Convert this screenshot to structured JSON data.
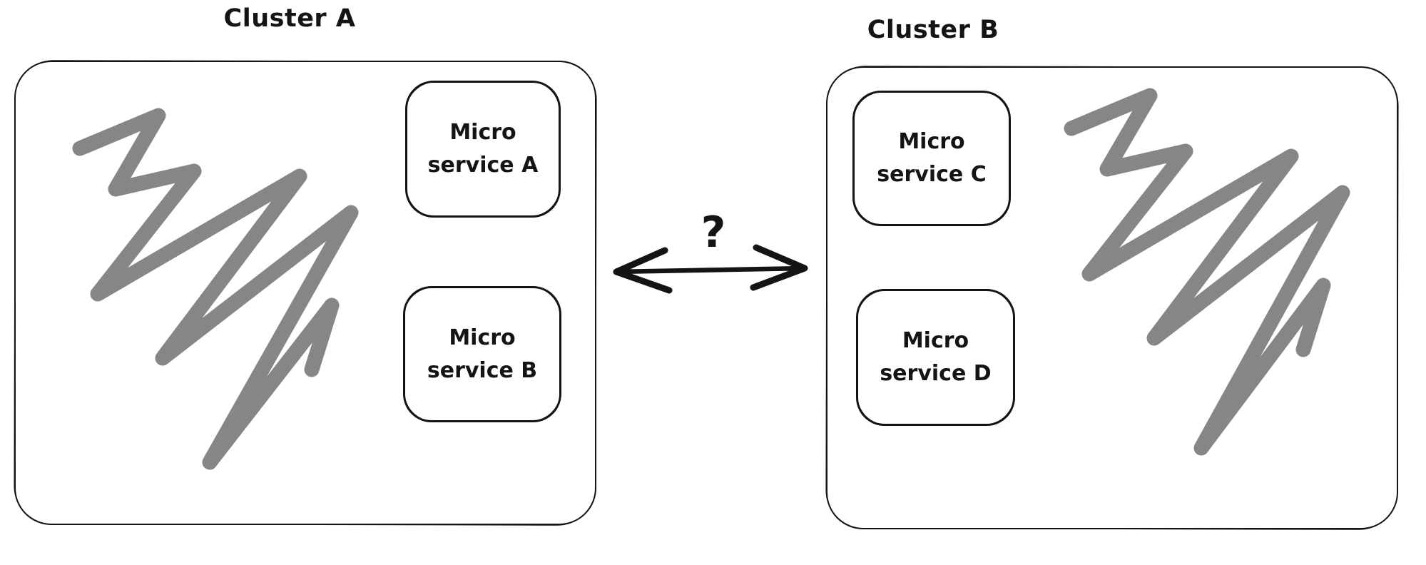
{
  "diagram": {
    "clusters": [
      {
        "label": "Cluster A",
        "services": [
          {
            "lines": [
              "Micro",
              "service A"
            ]
          },
          {
            "lines": [
              "Micro",
              "service B"
            ]
          }
        ]
      },
      {
        "label": "Cluster B",
        "services": [
          {
            "lines": [
              "Micro",
              "service C"
            ]
          },
          {
            "lines": [
              "Micro",
              "service D"
            ]
          }
        ]
      }
    ],
    "connector": {
      "label": "?",
      "style": "double-headed-arrow"
    },
    "colors": {
      "ink": "#141414",
      "scribble": "#868686",
      "background": "#ffffff"
    }
  }
}
